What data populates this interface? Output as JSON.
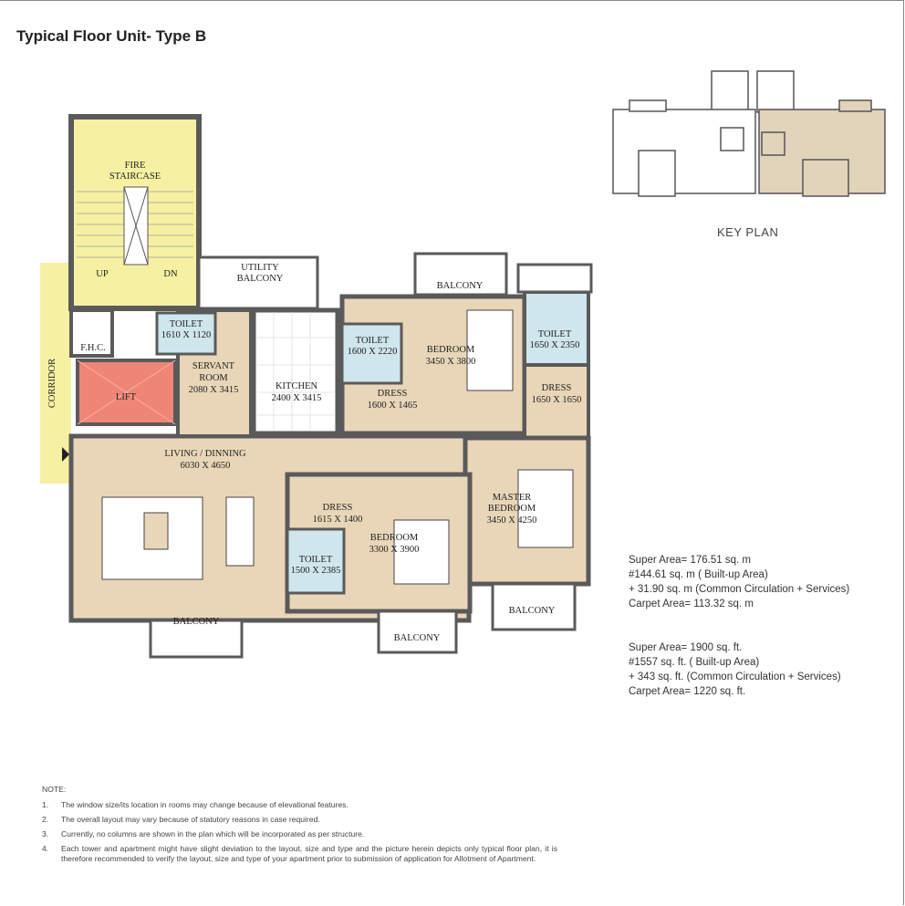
{
  "title": "Typical Floor Unit- Type B",
  "key_plan_label": "KEY PLAN",
  "colors": {
    "wall": "#5a5a5a",
    "stair": "#f6f1a2",
    "lift": "#ef8575",
    "room": "#e9d6b8",
    "toilet": "#cfe6ec",
    "kitchen": "#ffffff",
    "key_highlight": "#e2d3bb"
  },
  "rooms": {
    "fire_staircase": [
      "FIRE",
      "STAIRCASE"
    ],
    "up": "UP",
    "dn": "DN",
    "corridor": "CORRIDOR",
    "fhc": "F.H.C.",
    "lift": "LIFT",
    "utility_balcony": [
      "UTILITY",
      "BALCONY"
    ],
    "toilet_servant": [
      "TOILET",
      "1610 X 1120"
    ],
    "servant_room": [
      "SERVANT",
      "ROOM",
      "2080 X 3415"
    ],
    "kitchen": [
      "KITCHEN",
      "2400 X 3415"
    ],
    "toilet_1": [
      "TOILET",
      "1600 X 2220"
    ],
    "bedroom_1": [
      "BEDROOM",
      "3450 X 3800"
    ],
    "dress_1": [
      "DRESS",
      "1600 X 1465"
    ],
    "balcony_top": "BALCONY",
    "toilet_2": [
      "TOILET",
      "1650 X 2350"
    ],
    "dress_2": [
      "DRESS",
      "1650 X 1650"
    ],
    "living": [
      "LIVING / DINNING",
      "6030 X 4650"
    ],
    "dress_3": [
      "DRESS",
      "1615 X 1400"
    ],
    "bedroom_2": [
      "BEDROOM",
      "3300 X 3900"
    ],
    "toilet_3": [
      "TOILET",
      "1500 X 2385"
    ],
    "master_bedroom": [
      "MASTER",
      "BEDROOM",
      "3450 X 4250"
    ],
    "balcony_living": "BALCONY",
    "balcony_bedroom": "BALCONY",
    "balcony_master": "BALCONY"
  },
  "areas_metric": [
    "Super Area= 176.51 sq. m",
    "#144.61 sq. m ( Built-up Area)",
    "+ 31.90 sq. m (Common Circulation + Services)",
    "Carpet Area= 113.32 sq. m"
  ],
  "areas_imperial": [
    "Super Area= 1900 sq. ft.",
    "#1557 sq. ft. ( Built-up Area)",
    "+ 343 sq. ft. (Common Circulation + Services)",
    "Carpet Area= 1220 sq. ft."
  ],
  "notes": {
    "heading": "NOTE:",
    "items": [
      {
        "num": "1.",
        "text": "The window size/its location in rooms may change because of elevational features."
      },
      {
        "num": "2.",
        "text": "The overall layout may vary because of statutory reasons in case required."
      },
      {
        "num": "3.",
        "text": "Currently, no columns are shown in the plan which will be incorporated as per structure."
      },
      {
        "num": "4.",
        "text": "Each tower and apartment might have slight deviation to the layout, size and type and the picture herein depicts only typical floor plan, it is therefore  recommended  to verify the layout, size and type of your apartment prior to submission of application for Allotment of Apartment."
      }
    ]
  }
}
